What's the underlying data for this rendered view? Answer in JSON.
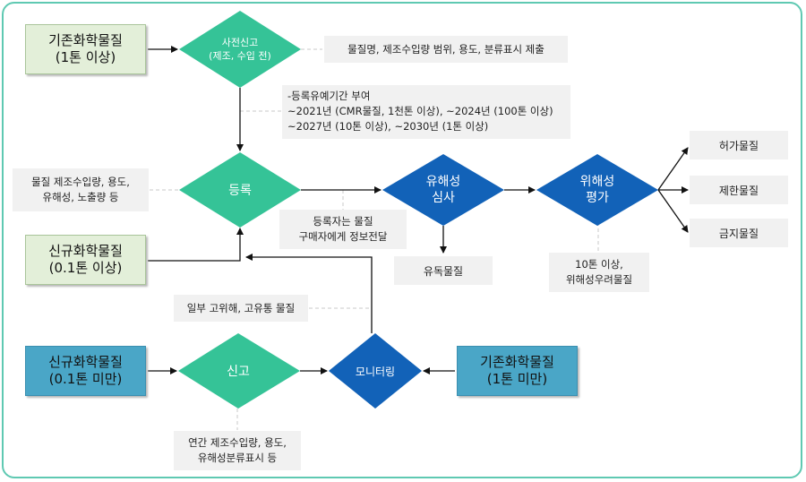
{
  "boxes": {
    "existing_top": [
      "기존화학물질",
      "(1톤 이상)"
    ],
    "new_large": [
      "신규화학물질",
      "(0.1톤 이상)"
    ],
    "new_small": [
      "신규화학물질",
      "(0.1톤 미만)"
    ],
    "existing_bottom": [
      "기존화학물질",
      "(1톤 미만)"
    ]
  },
  "diamonds": {
    "pre_report": [
      "사전신고",
      "(제조, 수입 전)"
    ],
    "registration": "등록",
    "hazard_review": [
      "유해성",
      "심사"
    ],
    "risk_assessment": [
      "위해성",
      "평가"
    ],
    "report": "신고",
    "monitoring": "모니터링"
  },
  "notes": {
    "pre_report_submit": "물질명, 제조수입량 범위, 용도, 분류표시 제출",
    "grace_period": [
      "-등록유예기간 부여",
      "~2021년 (CMR물질, 1천톤 이상), ~2024년 (100톤 이상)",
      "~2027년 (10톤 이상), ~2030년 (1톤 이상)"
    ],
    "registration_items": [
      "물질 제조수입량, 용도,",
      "유해성, 노출량 등"
    ],
    "info_transfer": [
      "등록자는 물질",
      "구매자에게 정보전달"
    ],
    "risk_threshold": [
      "10톤 이상,",
      "위해성우려물질"
    ],
    "some_substances": "일부 고위해, 고유통 물질",
    "annual_report": [
      "연간 제조수입량, 용도,",
      "유해성분류표시 등"
    ]
  },
  "results": {
    "toxic": "유독물질",
    "permitted": "허가물질",
    "restricted": "제한물질",
    "prohibited": "금지물질"
  },
  "colors": {
    "frame": "#5fc9b2",
    "diamond_green": "#35c397",
    "diamond_blue": "#1262b8",
    "box_green": "#e3efd9",
    "box_blue": "#4aa6c7"
  }
}
